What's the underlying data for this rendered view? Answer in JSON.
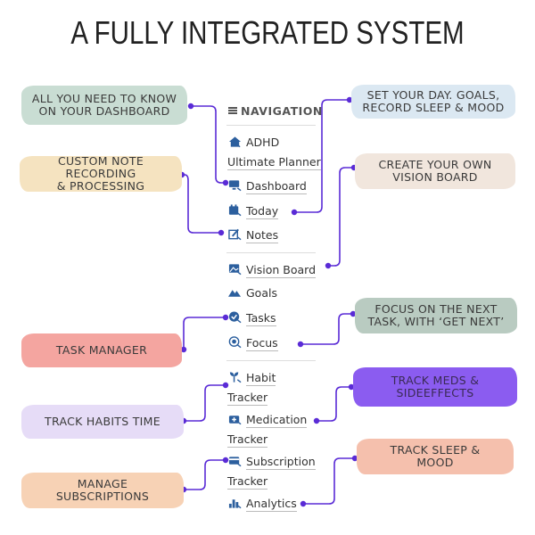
{
  "title": "A FULLY INTEGRATED SYSTEM",
  "navigation": {
    "header": "NAVIGATION",
    "items": [
      {
        "label": "ADHD",
        "label2": "Ultimate Planner",
        "icon": "home-icon"
      },
      {
        "label": "Dashboard",
        "icon": "monitor-icon"
      },
      {
        "label": "Today",
        "icon": "calendar-icon"
      },
      {
        "label": "Notes",
        "icon": "edit-icon"
      },
      {
        "label": "Vision Board",
        "icon": "image-icon"
      },
      {
        "label": "Goals",
        "icon": "mountain-icon"
      },
      {
        "label": "Tasks",
        "icon": "check-circle-icon"
      },
      {
        "label": "Focus",
        "icon": "target-icon"
      },
      {
        "label": "Habit",
        "label2": "Tracker",
        "icon": "sprout-icon"
      },
      {
        "label": "Medication",
        "label2": "Tracker",
        "icon": "medkit-icon"
      },
      {
        "label": "Subscription",
        "label2": "Tracker",
        "icon": "card-icon"
      },
      {
        "label": "Analytics",
        "icon": "bar-chart-icon"
      }
    ]
  },
  "callouts": {
    "dashboard": {
      "text": "ALL YOU NEED TO KNOW\nON YOUR DASHBOARD",
      "color": "#c9ddd3"
    },
    "notes": {
      "text": "CUSTOM NOTE RECORDING\n& PROCESSING",
      "color": "#f5e3c0"
    },
    "today": {
      "text": "SET YOUR DAY. GOALS,\nRECORD SLEEP & MOOD",
      "color": "#dbe8f2"
    },
    "vision": {
      "text": "CREATE YOUR OWN\nVISION BOARD",
      "color": "#f1e6dd"
    },
    "focus": {
      "text": "FOCUS ON THE NEXT\nTASK, WITH ‘GET NEXT’",
      "color": "#b9cbc1"
    },
    "tasks": {
      "text": "TASK MANAGER",
      "color": "#f4a5a0"
    },
    "meds": {
      "text": "TRACK MEDS &\nSIDEEFFECTS",
      "color": "#8b5cf0"
    },
    "habits": {
      "text": "TRACK HABITS TIME",
      "color": "#e6dcf7"
    },
    "sleep": {
      "text": "TRACK SLEEP &\nMOOD",
      "color": "#f5c0ad"
    },
    "subscriptions": {
      "text": "MANAGE\nSUBSCRIPTIONS",
      "color": "#f7d2b5"
    }
  },
  "colors": {
    "connector": "#5a2bd6",
    "nav_icon": "#2c5f9e"
  }
}
